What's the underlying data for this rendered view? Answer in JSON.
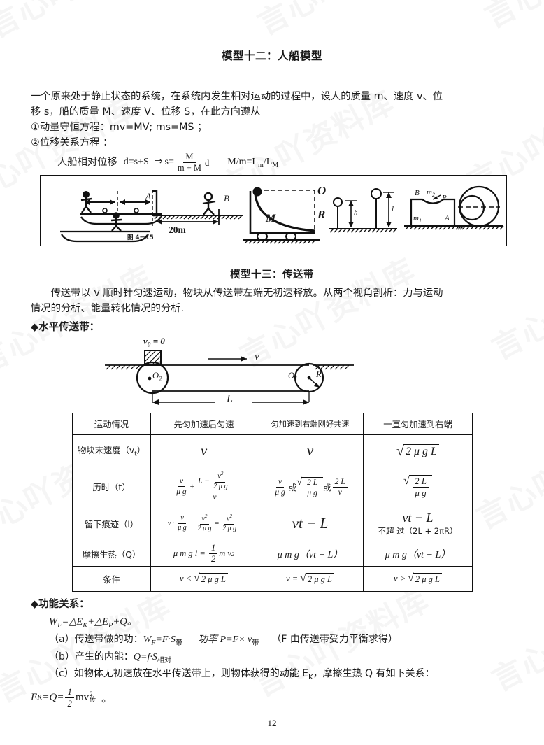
{
  "watermark": {
    "text": "言心吖资料库"
  },
  "model12": {
    "title": "模型十二：人船模型",
    "intro_line1": "一个原来处于静止状态的系统，在系统内发生相对运动的过程中，设人的质量 m、速度 v、位",
    "intro_line2": "移 s，船的质量 M、速度 V、位移 S，在此方向遵从",
    "item1": "①动量守恒方程：mv=MV; ms=MS ；",
    "item2": "②位移关系方程 ：",
    "rel_label": "人船相对位移",
    "rel_eq": "d=s+S",
    "rel_arrow": "⇒",
    "rel_s": "s=",
    "frac_num": "M",
    "frac_den": "m + M",
    "frac_tail": "d",
    "ratio": "M/m=L",
    "ratio_sub1": "m",
    "ratio_mid": "/L",
    "ratio_sub2": "M",
    "figure": {
      "label_A": "A",
      "label_B": "B",
      "label_20m": "20m",
      "label_M": "M",
      "label_O": "O",
      "label_R": "R",
      "label_h": "h",
      "label_l": "l",
      "label_fig": "图 4－15",
      "label_Bm2": "B",
      "label_m2": "m",
      "label_m2sub": "2",
      "label_R2": "R",
      "label_m1": "m",
      "label_m1sub": "1",
      "label_A2": "A"
    }
  },
  "model13": {
    "title": "模型十三：传送带",
    "intro_line1": "传送带以 v 顺时针匀速运动，物块从传送带左端无初速释放。从两个视角剖析：力与运动",
    "intro_line2": "情况的分析、能量转化情况的分析.",
    "sub_head": "◆水平传送带：",
    "figure": {
      "v0": "v",
      "v0_sub": "0",
      "v0_eq": " = 0",
      "v_label": "v",
      "O2": "O",
      "O2_sub": "2",
      "O1": "O",
      "O1_sub": "1",
      "R": "R",
      "L": "L"
    }
  },
  "table": {
    "headers": [
      "运动情况",
      "先匀加速后匀速",
      "匀加速到右端刚好共速",
      "一直匀加速到右端"
    ],
    "rows": [
      {
        "label": "物块末速度（v",
        "label_sub": "t",
        "label_tail": "）",
        "c1_type": "plain",
        "c1": "v",
        "c2_type": "plain",
        "c2": "v",
        "c3_type": "sqrt",
        "c3": "2 μ g L"
      },
      {
        "label": "历时（t）",
        "label_sub": "",
        "label_tail": "",
        "c1_type": "complex",
        "c2_type": "complex",
        "c3_type": "complex"
      },
      {
        "label": "留下痕迹（l）",
        "label_sub": "",
        "label_tail": "",
        "c1_type": "complex",
        "c2_type": "plain",
        "c2": "vt − L",
        "c3_type": "complex"
      },
      {
        "label": "摩擦生热（Q）",
        "label_sub": "",
        "label_tail": "",
        "c1_type": "complex",
        "c2_type": "plain",
        "c2": "μ m g（vt − L）",
        "c3_type": "plain",
        "c3": "μ m g（vt − L）"
      },
      {
        "label": "条件",
        "label_sub": "",
        "label_tail": "",
        "c1_type": "cond",
        "c1": "v <",
        "c2_type": "cond",
        "c2": "v =",
        "c3_type": "cond",
        "c3": "v >"
      }
    ],
    "formula_text": {
      "t_r1c1_a_num": "v",
      "t_r1c1_a_den": "μ g",
      "t_r1c1_plus": "+",
      "t_r1c1_b_num_L": "L −",
      "t_r1c1_b_num_frac_num": "v",
      "t_r1c1_b_num_frac_num_sup": "2",
      "t_r1c1_b_num_frac_den": "2 μ g",
      "t_r1c1_b_den": "v",
      "t_r1c2_a_num": "v",
      "t_r1c2_a_den": "μ g",
      "t_r1c2_or1": "或",
      "t_r1c2_sqrt_num": "2 L",
      "t_r1c2_sqrt_den": "μ g",
      "t_r1c2_or2": "或",
      "t_r1c2_c_num": "2 L",
      "t_r1c2_c_den": "v",
      "t_r1c3_sqrt_num": "2 L",
      "t_r1c3_sqrt_den": "μ g",
      "trace_c1_v": "v ·",
      "trace_c1_f1_num": "v",
      "trace_c1_f1_den": "μ g",
      "trace_c1_minus": "−",
      "trace_c1_f2_num": "v",
      "trace_c1_f2_num_sup": "2",
      "trace_c1_f2_den": "2 μ g",
      "trace_c1_eq": "=",
      "trace_c1_f3_num": "v",
      "trace_c1_f3_num_sup": "2",
      "trace_c1_f3_den": "2 μ g",
      "trace_c3_main": "vt − L",
      "trace_c3_note": "不超 过（2L + 2πR）",
      "heat_c1_left": "μ m g l =",
      "heat_c1_frac_num": "1",
      "heat_c1_frac_den": "2",
      "heat_c1_right": "m v",
      "heat_c1_right_sup": "2",
      "cond_sqrt": "2 μ g L"
    }
  },
  "energy": {
    "head": "◆功能关系：",
    "line1_WF": "W",
    "line1_WF_sub": "F",
    "line1_rest": "=△E",
    "line1_sub1": "K",
    "line1_rest2": "+△E",
    "line1_sub2": "P",
    "line1_rest3": "+Q。",
    "a_label": "（a）传送带做的功：",
    "a_WF": "W",
    "a_WF_sub": "F",
    "a_eq": "=F·S",
    "a_eq_sub": "带",
    "a_power": "功率 P=F× v",
    "a_power_sub": "带",
    "a_note": "（F 由传送带受力平衡求得）",
    "b_label": "（b）产生的内能：",
    "b_eq": "Q=f·S",
    "b_eq_sub": "相对",
    "c_label": "（c）如物体无初速放在水平传送带上，则物体获得的动能 E",
    "c_sub1": "K",
    "c_mid": "，摩擦生热 Q 有如下关系：",
    "c_formula_left": "E",
    "c_formula_left_sub": "K",
    "c_formula_eq": "=Q=",
    "c_frac_num": "1",
    "c_frac_den": "2",
    "c_formula_mv": "mv",
    "c_formula_sub": "传",
    "c_formula_sup": "2",
    "c_formula_end": "。"
  },
  "page_number": "12"
}
